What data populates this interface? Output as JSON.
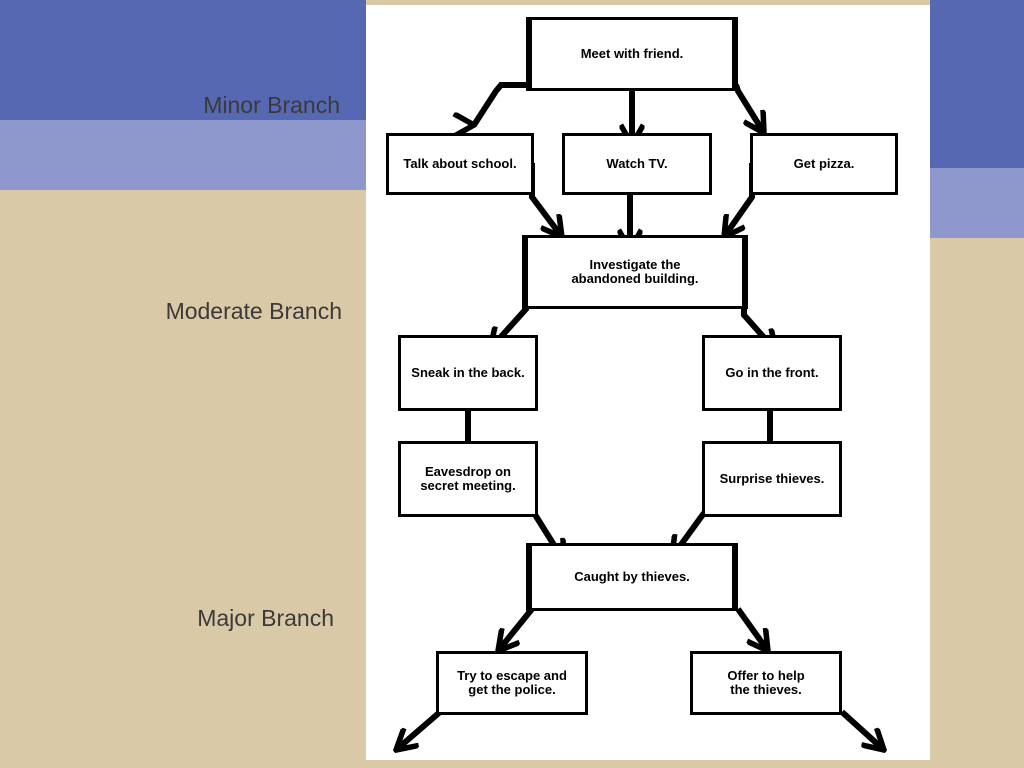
{
  "branch_labels": {
    "minor": "Minor Branch",
    "moderate": "Moderate Branch",
    "major": "Major Branch"
  },
  "nodes": {
    "meet": "Meet with friend.",
    "school": "Talk about school.",
    "tv": "Watch TV.",
    "pizza": "Get pizza.",
    "investigate": "Investigate the\nabandoned building.",
    "sneak": "Sneak in the back.",
    "front": "Go in the front.",
    "eavesdrop": "Eavesdrop on\nsecret meeting.",
    "surprise": "Surprise thieves.",
    "caught": "Caught by thieves.",
    "escape": "Try to escape and\nget the police.",
    "offer": "Offer to help\nthe thieves."
  },
  "colors": {
    "blue_dark": "#5668b2",
    "blue_light": "#8e98cc",
    "tan": "#d9c9a6"
  }
}
